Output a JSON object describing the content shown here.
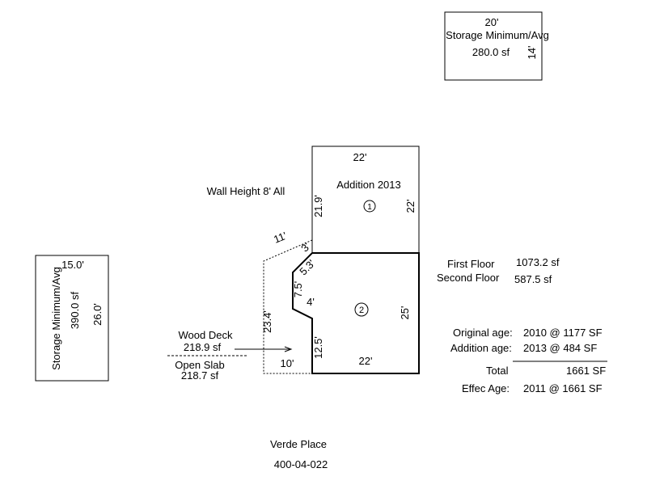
{
  "storage_top": {
    "width_label": "20'",
    "name": "Storage Minimum/Avg",
    "area": "280.0 sf",
    "depth_label": "14'"
  },
  "storage_left": {
    "width_label": "15.0'",
    "name": "Storage Minimum/Avg",
    "area": "390.0 sf",
    "depth_label": "26.0'"
  },
  "addition": {
    "top_label": "22'",
    "name": "Addition 2013",
    "number": "1",
    "left_label": "21.9'",
    "right_label": "22'"
  },
  "main": {
    "number": "2",
    "right_label": "25'",
    "bottom_label": "22'",
    "left_bottom_label": "12.5'",
    "notch_label_1": "3'",
    "notch_label_2": "5.3'",
    "notch_label_3": "7.5'",
    "notch_label_4": "4'"
  },
  "deck": {
    "label_11": "11'",
    "label_23": "23.4'",
    "label_10": "10'"
  },
  "wall_height_note": "Wall Height 8' All",
  "wood_deck": {
    "name": "Wood Deck",
    "area": "218.9 sf"
  },
  "open_slab": {
    "name": "Open Slab",
    "area": "218.7 sf"
  },
  "floors": {
    "first_label": "First Floor",
    "first_value": "1073.2 sf",
    "second_label": "Second Floor",
    "second_value": "587.5 sf"
  },
  "ages": {
    "original_label": "Original age:",
    "original_value": "2010 @ 1177 SF",
    "addition_label": "Addition age:",
    "addition_value": "2013 @ 484 SF",
    "total_label": "Total",
    "total_value": "1661 SF",
    "effec_label": "Effec Age:",
    "effec_value": "2011 @ 1661 SF"
  },
  "address": "Verde Place",
  "parcel": "400-04-022"
}
